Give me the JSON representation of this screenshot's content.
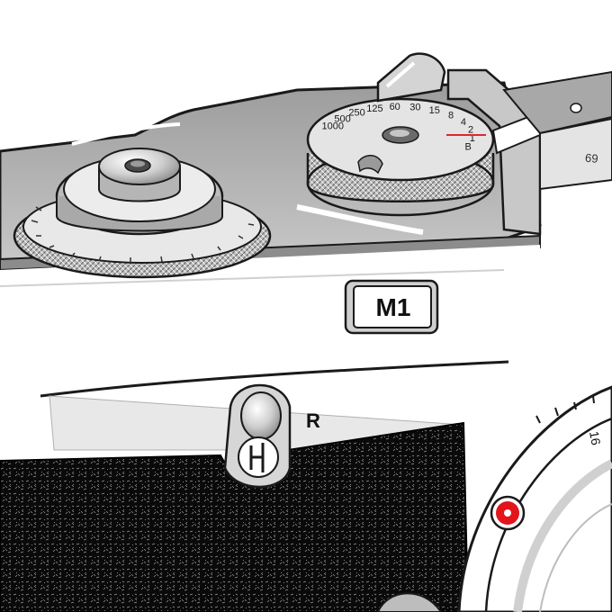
{
  "model_badge": {
    "text": "M1"
  },
  "rewind_lever": {
    "label": "R"
  },
  "shutter_dial": {
    "labels": [
      "1000",
      "500",
      "250",
      "125",
      "60",
      "30",
      "15",
      "8",
      "4",
      "2",
      "1",
      "B"
    ],
    "index_color": "#e0262c"
  },
  "strap_lug": {
    "text": "69"
  },
  "lens_scale": {
    "text": "16"
  },
  "lens_release": {
    "color": "#e3141b"
  },
  "colors": {
    "metal_light": "#e6e6e6",
    "metal_mid": "#bdbdbd",
    "metal_dark": "#8f8f8f",
    "leatherette": "#0a0a0a",
    "accent_red": "#e3141b"
  }
}
